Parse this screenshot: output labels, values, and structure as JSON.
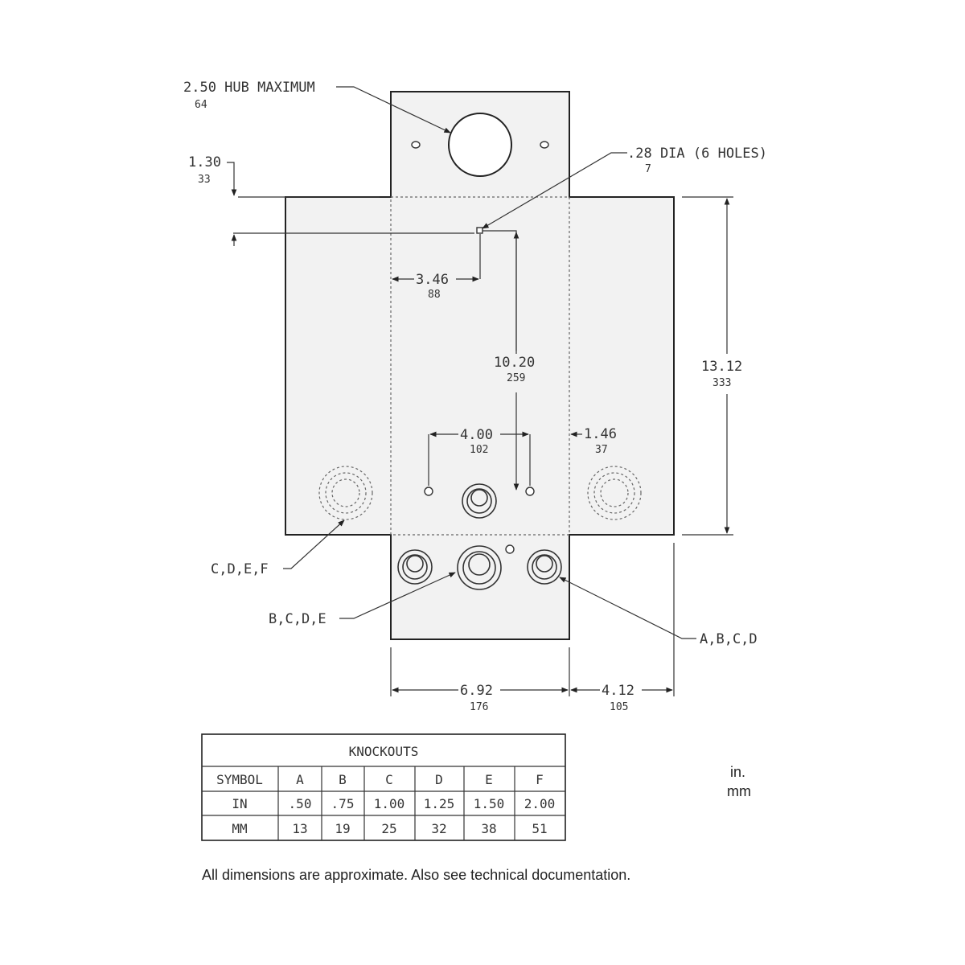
{
  "callouts": {
    "hub": {
      "in": "2.50 HUB MAXIMUM",
      "mm": "64"
    },
    "holes": {
      "in": ".28 DIA (6 HOLES)",
      "mm": "7"
    },
    "ko_left": "C,D,E,F",
    "ko_center": "B,C,D,E",
    "ko_right": "A,B,C,D"
  },
  "dimensions": {
    "top_offset": {
      "in": "1.30",
      "mm": "33"
    },
    "hole_x": {
      "in": "3.46",
      "mm": "88"
    },
    "hole_y": {
      "in": "10.20",
      "mm": "259"
    },
    "height": {
      "in": "13.12",
      "mm": "333"
    },
    "hole_spacing": {
      "in": "4.00",
      "mm": "102"
    },
    "side_gap": {
      "in": "1.46",
      "mm": "37"
    },
    "center_width": {
      "in": "6.92",
      "mm": "176"
    },
    "side_width": {
      "in": "4.12",
      "mm": "105"
    }
  },
  "table": {
    "title": "KNOCKOUTS",
    "header": [
      "SYMBOL",
      "A",
      "B",
      "C",
      "D",
      "E",
      "F"
    ],
    "rows": [
      [
        "IN",
        ".50",
        ".75",
        "1.00",
        "1.25",
        "1.50",
        "2.00"
      ],
      [
        "MM",
        "13",
        "19",
        "25",
        "32",
        "38",
        "51"
      ]
    ]
  },
  "units": {
    "in": "in.",
    "mm": "mm"
  },
  "note": "All dimensions are approximate. Also see technical documentation."
}
